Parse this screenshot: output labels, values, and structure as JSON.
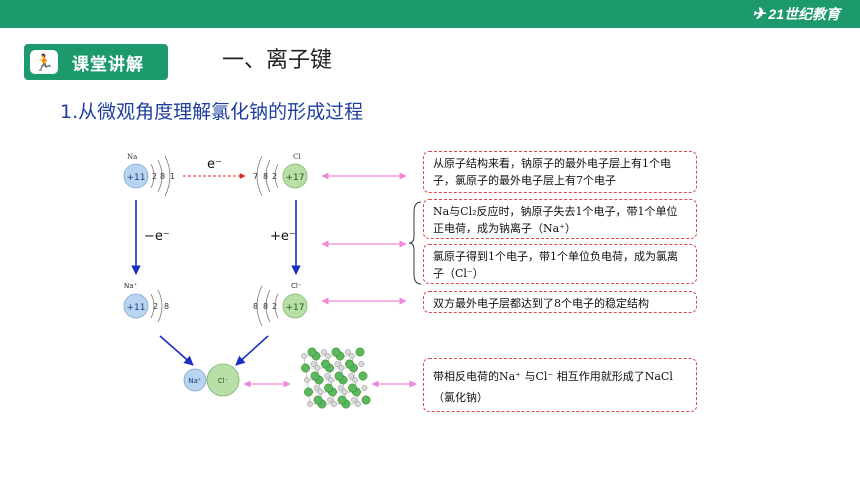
{
  "header": {
    "logo_text": "21世纪教育"
  },
  "badge": {
    "label": "课堂讲解"
  },
  "section_title": "一、离子键",
  "sub_title": "1.从微观角度理解氯化钠的形成过程",
  "atoms": {
    "na_label": "Na",
    "na_core": "+11",
    "na_shells": [
      "2",
      "8",
      "1"
    ],
    "cl_label": "Cl",
    "cl_core": "+17",
    "cl_shells": [
      "7",
      "8",
      "2"
    ],
    "na_ion_label": "Na⁺",
    "na_ion_core": "+11",
    "na_ion_shells": [
      "2",
      "8"
    ],
    "cl_ion_label": "Cl⁻",
    "cl_ion_core": "+17",
    "cl_ion_shells": [
      "8",
      "8",
      "2"
    ],
    "pair_na": "Na⁺",
    "pair_cl": "Cl⁻"
  },
  "transfer": {
    "electron": "e⁻",
    "lose": "−e⁻",
    "gain": "+e⁻"
  },
  "notes": [
    "从原子结构来看，钠原子的最外电子层上有1个电子，氯原子的最外电子层上有7个电子",
    "Na与Cl₂反应时，钠原子失去1个电子，带1个单位正电荷，成为钠离子（Na⁺）",
    "氯原子得到1个电子，带1个单位负电荷，成为氯离子（Cl⁻）",
    "双方最外电子层都达到了8个电子的稳定结构",
    "带相反电荷的Na⁺ 与Cl⁻ 相互作用就形成了NaCl（氯化钠）"
  ],
  "colors": {
    "brand": "#1d9a6c",
    "title_blue": "#1f3f9f",
    "arrow_blue": "#1a2fbf",
    "arrow_pink": "#f08ad8",
    "na_fill": "#b9d4f0",
    "cl_fill": "#b8e0a6",
    "note_border": "#e0474c"
  },
  "lattice": {
    "cols": 5,
    "rows": 5
  }
}
